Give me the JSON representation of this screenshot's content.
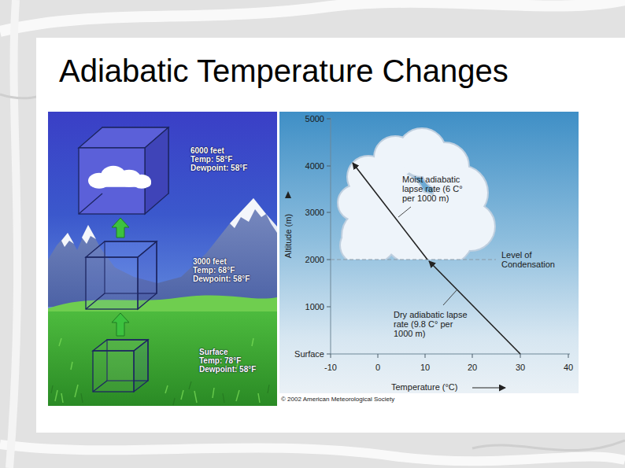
{
  "diagram": {
    "title": "Adiabatic Temperature Changes",
    "nodes": [
      {
        "text": [
          "6000 feet",
          "Temp: 58°F",
          "Dewpoint: 58°F"
        ]
      },
      {
        "text": [
          "3000 feet",
          "Temp: 68°F",
          "Dewpoint: 58°F"
        ]
      },
      {
        "text": [
          "Surface",
          "Temp: 78°F",
          "Dewpoint: 58°F"
        ]
      }
    ],
    "edges": [
      {
        "from": 2,
        "to": 1,
        "arrow": "to"
      },
      {
        "from": 1,
        "to": 0,
        "arrow": "to"
      }
    ],
    "labels": [
      "5000",
      "4000",
      "3000",
      "2000",
      "1000",
      "Surface",
      "Altitude (m)",
      "-10",
      "0",
      "10",
      "20",
      "30",
      "40",
      "Temperature (°C)",
      "Moist adiabatic lapse rate (6 C° per 1000 m)",
      "Level of Condensation",
      "Dry adiabatic lapse rate (9.8 C° per 1000 m)",
      "© 2002 American Meteorological Society"
    ]
  }
}
